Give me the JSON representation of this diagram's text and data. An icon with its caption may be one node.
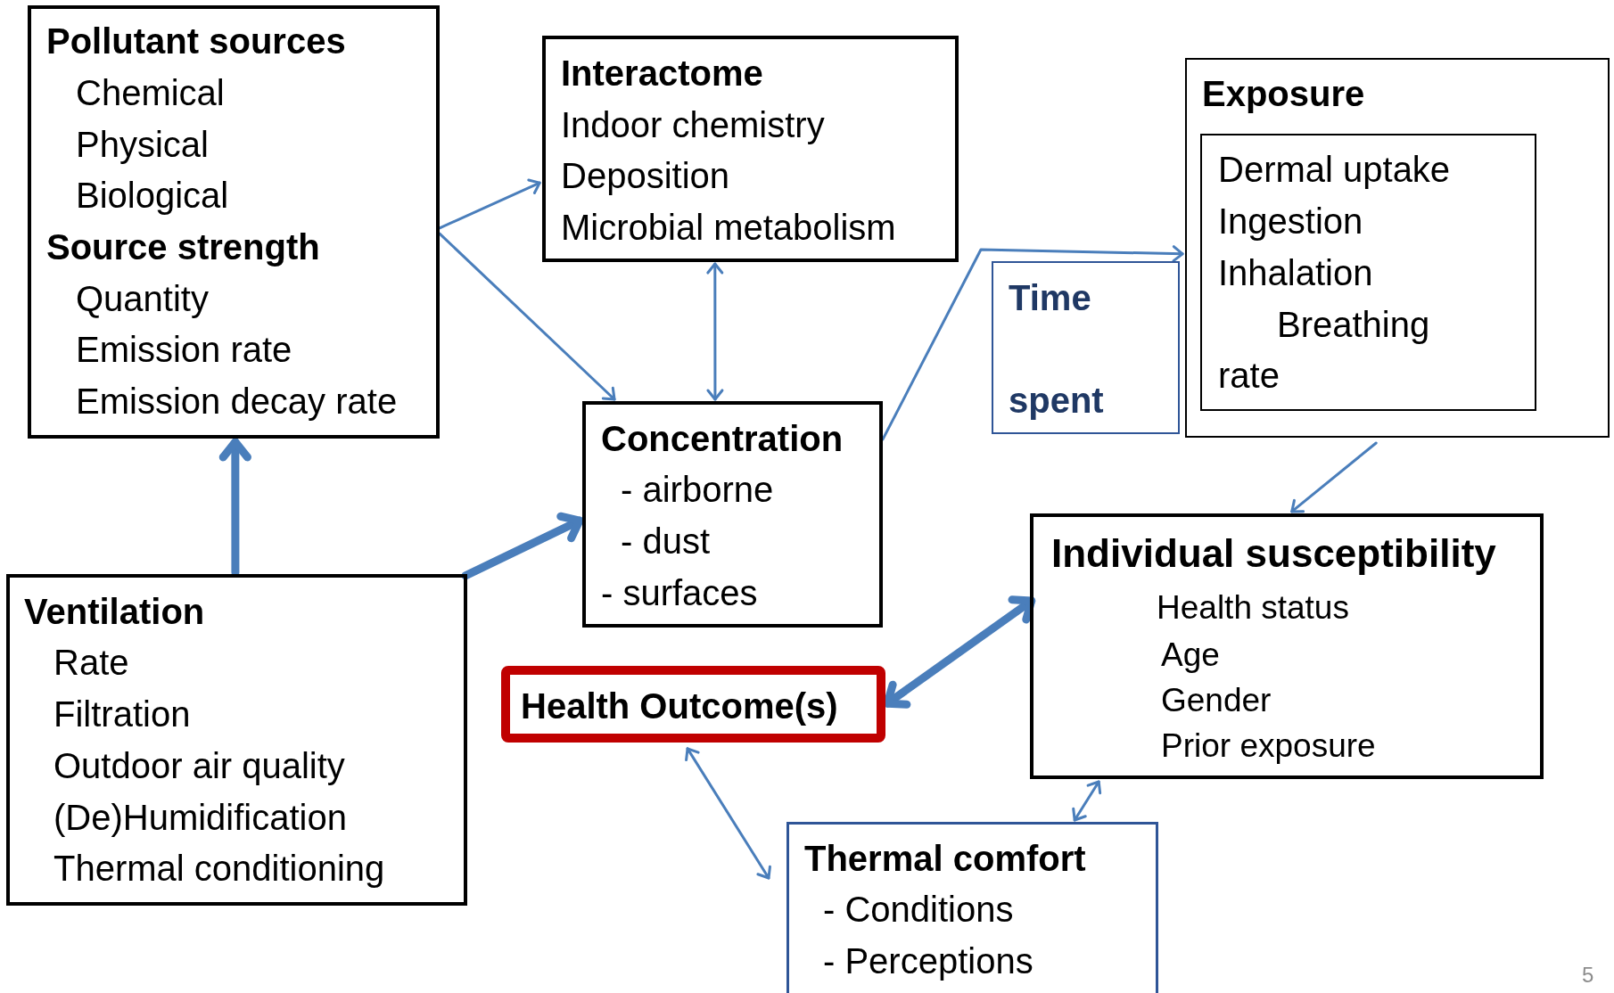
{
  "diagram": {
    "nodes": [
      {
        "text": [
          "Pollutant sources",
          "Chemical",
          "Physical",
          "Biological",
          "Source strength",
          "Quantity",
          "Emission rate",
          "Emission decay rate"
        ]
      },
      {
        "text": [
          "Interactome",
          "Indoor  chemistry",
          "Deposition",
          "Microbial metabolism"
        ]
      },
      {
        "text": [
          "Exposure"
        ]
      },
      {
        "text": [
          "Dermal uptake",
          "Ingestion",
          "Inhalation",
          "Breathing",
          "rate"
        ],
        "in": 2
      },
      {
        "text": [
          "Time",
          "spent"
        ]
      },
      {
        "text": [
          "Concentration",
          "- airborne",
          "- dust",
          "- surfaces"
        ]
      },
      {
        "text": [
          "Ventilation",
          "Rate",
          "Filtration",
          "Outdoor air quality",
          "(De)Humidification",
          "Thermal conditioning"
        ]
      },
      {
        "text": [
          "Individual susceptibility",
          "Health status",
          "Age",
          "Gender",
          "Prior exposure"
        ]
      },
      {
        "text": [
          "Health Outcome(s)"
        ]
      },
      {
        "text": [
          "Thermal comfort",
          "- Conditions",
          "- Perceptions"
        ]
      }
    ],
    "edges": [
      {
        "from": 0,
        "to": 1,
        "arrow": "to"
      },
      {
        "from": 0,
        "to": 5,
        "arrow": "to"
      },
      {
        "from": 1,
        "to": 5,
        "arrow": "both"
      },
      {
        "from": 6,
        "to": 0,
        "arrow": "to",
        "style": "thick"
      },
      {
        "from": 6,
        "to": 5,
        "arrow": "to",
        "style": "thick"
      },
      {
        "from": 5,
        "to": 2,
        "arrow": "to"
      },
      {
        "from": 2,
        "to": 7,
        "arrow": "to"
      },
      {
        "from": 8,
        "to": 7,
        "arrow": "both",
        "style": "thick"
      },
      {
        "from": 8,
        "to": 9,
        "arrow": "both"
      },
      {
        "from": 9,
        "to": 7,
        "arrow": "both"
      }
    ],
    "labels": [
      "5"
    ]
  }
}
